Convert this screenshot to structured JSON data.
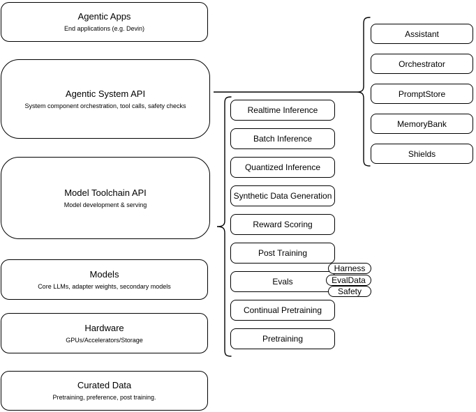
{
  "diagram": {
    "left_stack": [
      {
        "title": "Agentic Apps",
        "subtitle": "End applications (e.g. Devin)"
      },
      {
        "title": "Agentic System API",
        "subtitle": "System component orchestration, tool calls, safety checks"
      },
      {
        "title": "Model Toolchain API",
        "subtitle": "Model development & serving"
      },
      {
        "title": "Models",
        "subtitle": "Core LLMs, adapter weights, secondary models"
      },
      {
        "title": "Hardware",
        "subtitle": "GPUs/Accelerators/Storage"
      },
      {
        "title": "Curated Data",
        "subtitle": "Pretraining, preference, post training."
      }
    ],
    "toolchain_items": [
      "Realtime Inference",
      "Batch Inference",
      "Quantized Inference",
      "Synthetic Data Generation",
      "Reward Scoring",
      "Post Training",
      "Evals",
      "Continual Pretraining",
      "Pretraining"
    ],
    "eval_tags": [
      "Harness",
      "EvalData",
      "Safety"
    ],
    "system_components": [
      "Assistant",
      "Orchestrator",
      "PromptStore",
      "MemoryBank",
      "Shields"
    ],
    "colors": {
      "stroke": "#000000",
      "fill": "#ffffff",
      "background": "#ffffff",
      "text": "#000000"
    }
  }
}
